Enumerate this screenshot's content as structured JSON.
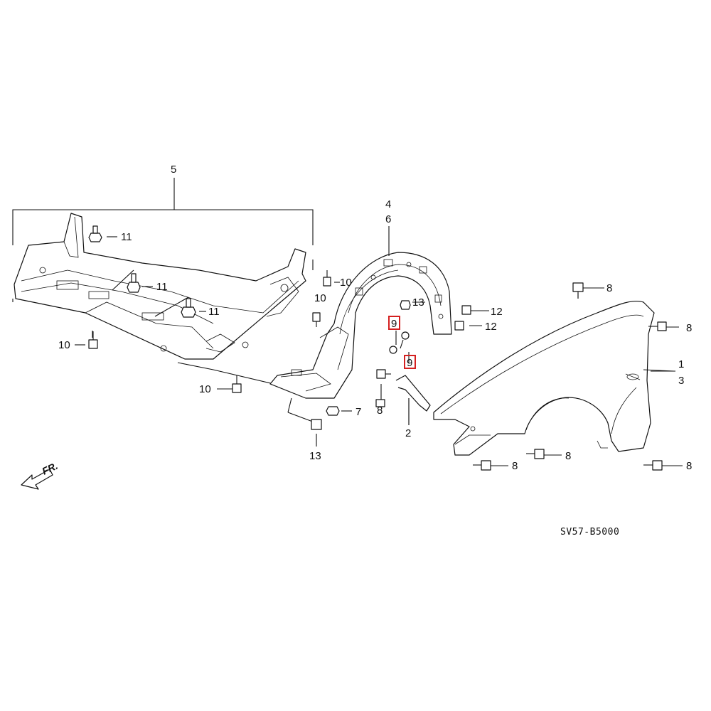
{
  "diagram_code": "SV57-B5000",
  "direction_label": "FR.",
  "colors": {
    "line": "#111111",
    "highlight": "#d42020",
    "background": "#ffffff"
  },
  "callouts": {
    "c1": "1",
    "c2": "2",
    "c3": "3",
    "c4": "4",
    "c5": "5",
    "c6": "6",
    "c7": "7",
    "c8a": "8",
    "c8b": "8",
    "c8c": "8",
    "c8d": "8",
    "c8e": "8",
    "c8f": "8",
    "c9a": "9",
    "c9b": "9",
    "c10a": "10",
    "c10b": "10",
    "c10c": "10",
    "c10d": "10",
    "c11a": "11",
    "c11b": "11",
    "c11c": "11",
    "c12a": "12",
    "c12b": "12",
    "c13a": "13",
    "c13b": "13"
  },
  "highlighted_callouts": [
    "9",
    "9"
  ]
}
